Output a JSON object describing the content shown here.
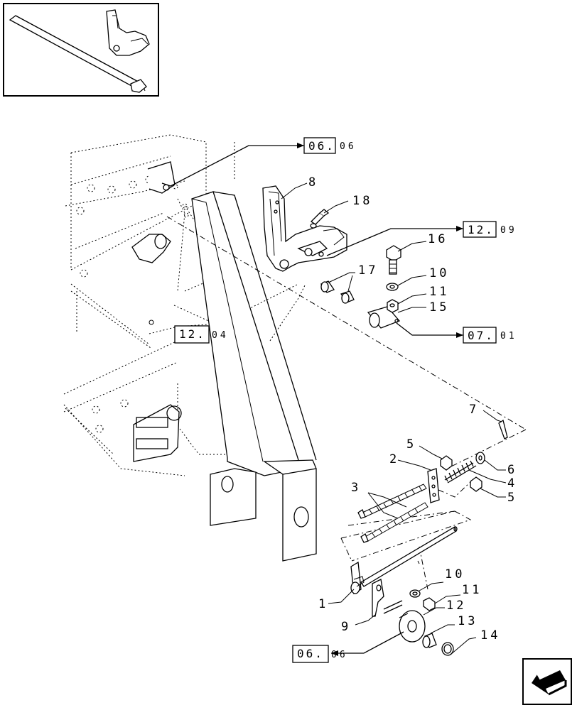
{
  "callouts": {
    "c1": "1",
    "c2": "2",
    "c3": "3",
    "c4": "4",
    "c5a": "5",
    "c5b": "5",
    "c6": "6",
    "c7": "7",
    "c8": "8",
    "c9": "9",
    "c10a": "10",
    "c10b": "10",
    "c11a": "11",
    "c11b": "11",
    "c12": "12",
    "c13": "13",
    "c14": "14",
    "c15": "15",
    "c16": "16",
    "c17": "17",
    "c18": "18"
  },
  "references": {
    "r1": {
      "main": "06.",
      "sub": "06"
    },
    "r2": {
      "main": "12.",
      "sub": "09"
    },
    "r3": {
      "main": "07.",
      "sub": "01"
    },
    "r4": {
      "main": "12.",
      "sub": "04"
    },
    "r5": {
      "main": "06.",
      "sub": "06"
    }
  },
  "icons": {
    "thumbnail": "overview-thumbnail",
    "nav": "next-page-arrow-icon"
  }
}
